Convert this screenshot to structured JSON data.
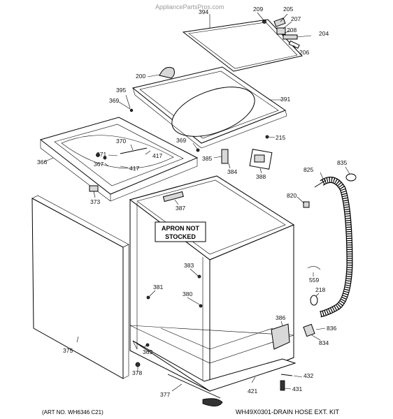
{
  "watermark": "AppliancePartsPros.com",
  "apron_note": {
    "line1": "APRON NOT",
    "line2": "STOCKED"
  },
  "footer": {
    "art_no": "(ART NO. WH6346 C21)",
    "kit": "WH49X0301-DRAIN HOSE EXT. KIT"
  },
  "parts": {
    "p394": "394",
    "p209": "209",
    "p205": "205",
    "p207": "207",
    "p208": "208",
    "p204": "204",
    "p206": "206",
    "p200": "200",
    "p395": "395",
    "p369a": "369",
    "p391": "391",
    "p370": "370",
    "p371": "371",
    "p417a": "417",
    "p366": "366",
    "p367": "367",
    "p417b": "417",
    "p369b": "369",
    "p385": "385",
    "p215": "215",
    "p384": "384",
    "p388": "388",
    "p825": "825",
    "p835": "835",
    "p373": "373",
    "p387": "387",
    "p820": "820",
    "p383": "383",
    "p559": "559",
    "p381": "381",
    "p380": "380",
    "p218": "218",
    "p386": "386",
    "p836": "836",
    "p834": "834",
    "p375": "375",
    "p369c": "369",
    "p378": "378",
    "p377": "377",
    "p421": "421",
    "p432": "432",
    "p431": "431"
  }
}
